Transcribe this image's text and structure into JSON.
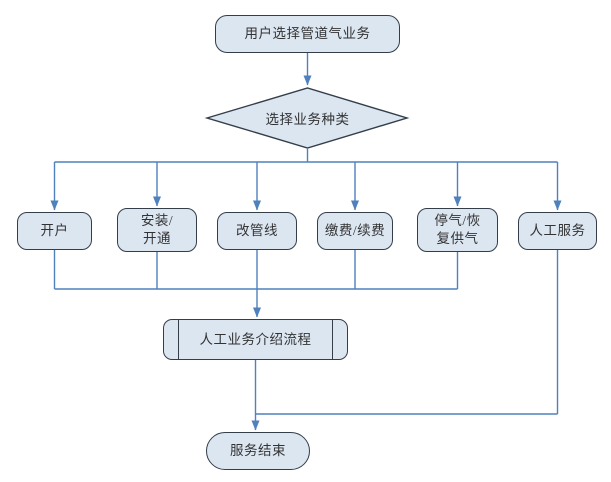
{
  "flowchart": {
    "start": {
      "label": "用户选择管道气业务",
      "type": "terminator"
    },
    "decision": {
      "label": "选择业务种类",
      "type": "decision"
    },
    "branches": [
      {
        "label": "开户"
      },
      {
        "label": "安装/\n开通"
      },
      {
        "label": "改管线"
      },
      {
        "label": "缴费/续费"
      },
      {
        "label": "停气/恢\n复供气"
      },
      {
        "label": "人工服务"
      }
    ],
    "process": {
      "label": "人工业务介绍流程",
      "type": "predefined-process"
    },
    "end": {
      "label": "服务结束",
      "type": "terminator"
    },
    "colors": {
      "background": "#ffffff",
      "node_fill": "#dce6f1",
      "node_border": "#333e4a",
      "connector": "#4f81bd",
      "text": "#333333"
    }
  }
}
